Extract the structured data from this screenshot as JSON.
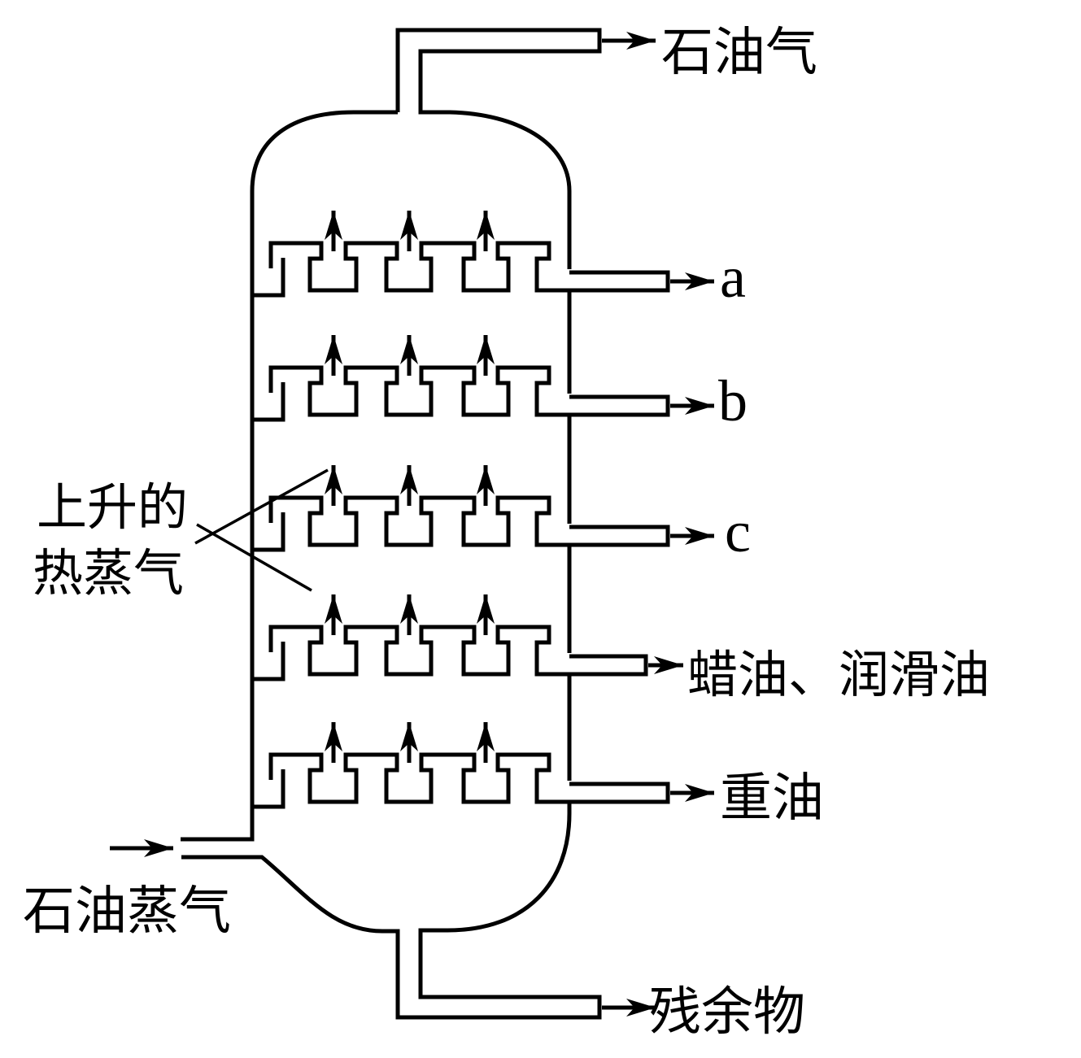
{
  "labels": {
    "top_outlet": "石油气",
    "outlet_a": "a",
    "outlet_b": "b",
    "outlet_c": "c",
    "outlet_wax": "蜡油、润滑油",
    "outlet_heavy": "重油",
    "bottom_outlet": "残余物",
    "inlet": "石油蒸气",
    "rising_vapor_line1": "上升的",
    "rising_vapor_line2": "热蒸气"
  },
  "structure": {
    "tray_count": 5,
    "caps_per_tray": 4,
    "vapor_arrows_per_tray": 3
  },
  "colors": {
    "line": "#000000",
    "background": "#ffffff"
  }
}
